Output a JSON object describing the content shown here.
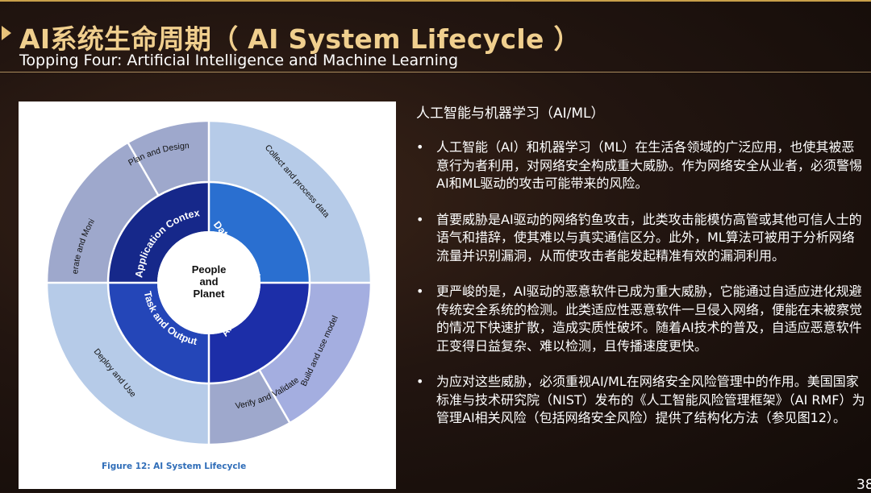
{
  "header": {
    "title": "AI系统生命周期（ AI System Lifecycle ）",
    "subtitle": "Topping Four: Artificial Intelligence and Machine Learning"
  },
  "diagram": {
    "center": [
      "People",
      "and",
      "Planet"
    ],
    "inner_ring": [
      "Application Context",
      "Data and Input",
      "AI Model",
      "Task and Output"
    ],
    "outer_ring": [
      "Plan and Design",
      "Collect and process data",
      "Build and use model",
      "Verify and Validate",
      "Deploy and Use",
      "Operate and Monitor"
    ],
    "caption": "Figure 12: AI System Lifecycle",
    "colors": {
      "outer_light": "#b6cbe8",
      "outer_gray": "#9ea8cc",
      "outer_periwinkle": "#a4aee0",
      "inner_navy": "#16288a",
      "inner_blue": "#2a6fd0",
      "inner_mid": "#2446b8",
      "inner_deep": "#1c2ea8"
    }
  },
  "content": {
    "heading": "人工智能与机器学习（AI/ML）",
    "bullet_symbol": "•",
    "bullets": [
      "人工智能（AI）和机器学习（ML）在生活各领域的广泛应用，也使其被恶意行为者利用，对网络安全构成重大威胁。作为网络安全从业者，必须警惕AI和ML驱动的攻击可能带来的风险。",
      "首要威胁是AI驱动的网络钓鱼攻击，此类攻击能模仿高管或其他可信人士的语气和措辞，使其难以与真实通信区分。此外，ML算法可被用于分析网络流量并识别漏洞，从而使攻击者能发起精准有效的漏洞利用。",
      "更严峻的是，AI驱动的恶意软件已成为重大威胁，它能通过自适应进化规避传统安全系统的检测。此类适应性恶意软件一旦侵入网络，便能在未被察觉的情况下快速扩散，造成实质性破坏。随着AI技术的普及，自适应恶意软件正变得日益复杂、难以检测，且传播速度更快。",
      "为应对这些威胁，必须重视AI/ML在网络安全风险管理中的作用。美国国家标准与技术研究院（NIST）发布的《人工智能风险管理框架》（AI RMF）为管理AI相关风险（包括网络安全风险）提供了结构化方法（参见图12）。"
    ]
  },
  "page_number": "38"
}
